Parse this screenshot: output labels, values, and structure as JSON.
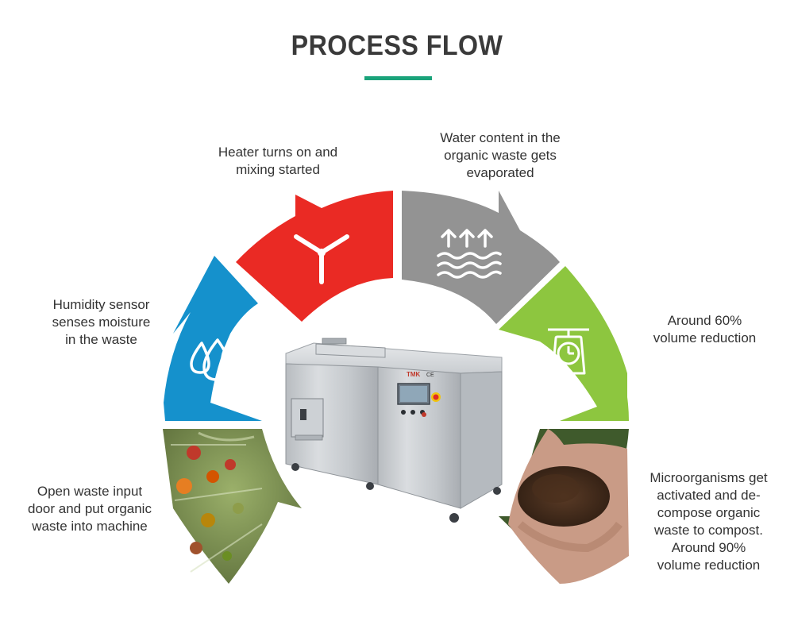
{
  "title": "PROCESS FLOW",
  "steps": [
    {
      "caption": "Open waste input door and put organic waste into machine",
      "lines": [
        "Open waste input",
        "door and put organic",
        "waste into machine"
      ],
      "picture": "organic-waste-photo"
    },
    {
      "caption": "Humidity sensor senses moisture in the waste",
      "lines": [
        "Humidity sensor",
        "senses moisture",
        "in the waste"
      ],
      "icon": "water-drops-icon",
      "color": "#1591cc"
    },
    {
      "caption": "Heater turns on and mixing started",
      "lines": [
        "Heater turns on and",
        "mixing started"
      ],
      "icon": "mixing-blade-icon",
      "color": "#ea2a24"
    },
    {
      "caption": "Water content in the organic waste gets evaporated",
      "lines": [
        "Water content in the",
        "organic waste gets",
        "evaporated"
      ],
      "icon": "evaporation-icon",
      "color": "#939393"
    },
    {
      "caption": "Around 60% volume reduction",
      "lines": [
        "Around 60%",
        "volume reduction"
      ],
      "icon": "weighing-scale-icon",
      "color": "#8dc63f"
    },
    {
      "caption": "Microorganisms get activated and decompose organic waste to compost. Around 90% volume reduction",
      "lines": [
        "Microorganisms get",
        "activated and de-",
        "compose organic",
        "waste to compost.",
        "Around 90%",
        "volume reduction"
      ],
      "picture": "compost-in-hands-photo"
    }
  ],
  "machine": {
    "brand": "TMK",
    "marks": "CE"
  },
  "colors": {
    "accent_line": "#1aa37a",
    "title": "#3a3a3a",
    "text": "#333333"
  }
}
